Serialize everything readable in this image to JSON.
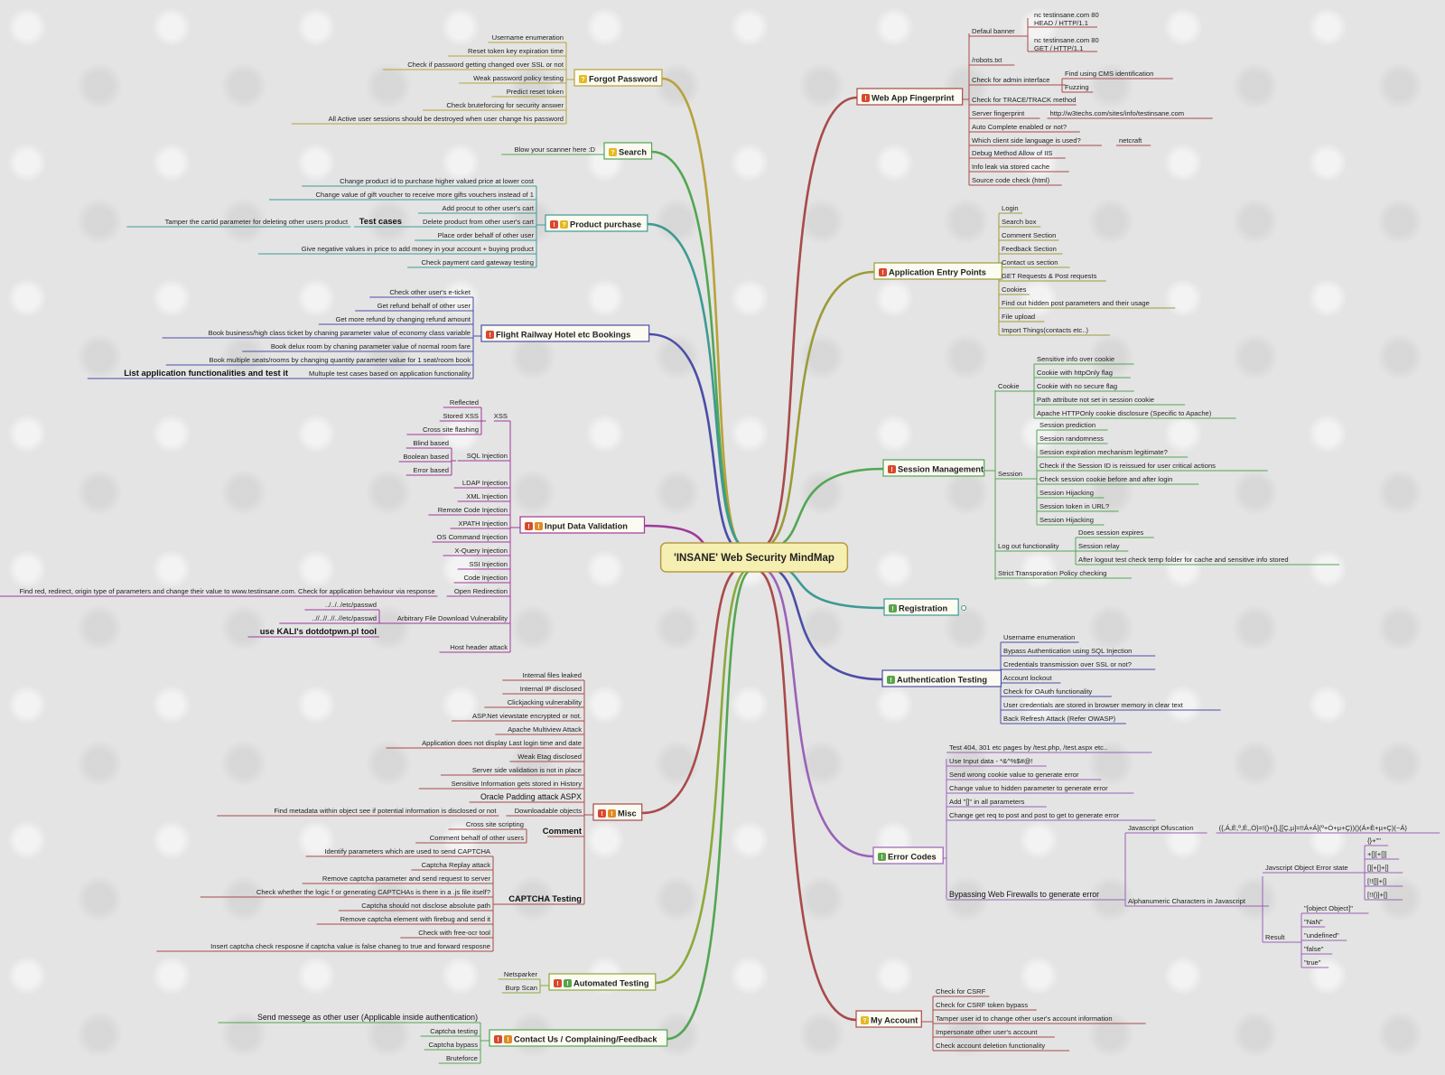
{
  "central": "'INSANE' Web Security MindMap",
  "colors": {
    "red": "#a94a4a",
    "olive": "#9b9b3a",
    "green": "#53a653",
    "teal": "#3d9a93",
    "navy": "#4b4ea6",
    "magenta": "#a0399a",
    "lime": "#8aaa3a",
    "blue": "#5a7ab8",
    "gold": "#b8a23a",
    "purple": "#9a62b8"
  },
  "branches": {
    "forgot_password": {
      "label": "Forgot Password",
      "items": [
        "Username enumeration",
        "Reset token key expiration time",
        "Check if password getting changed over SSL or not",
        "Weak password policy testing",
        "Predict reset token",
        "Check bruteforcing for security answer",
        "All Active user sessions should be destroyed when user change his password"
      ]
    },
    "search": {
      "label": "Search",
      "items": [
        "Blow your scanner here :D"
      ]
    },
    "product_purchase": {
      "label": "Product purchase",
      "items": [
        "Change product id to purchase higher valued price at lower cost",
        "Change value of gift voucher to receive more gifts vouchers instead of 1",
        "Add procut to other user's cart",
        "Delete product from other user's cart",
        "Place order behalf of other user",
        "Give negative values in price to add money in your account + buying product",
        "Check payment card gateway testing"
      ],
      "test_cases": "Test cases",
      "tamper": "Tamper the cartid parameter for deleting other users product"
    },
    "flight": {
      "label": "Flight Railway Hotel etc Bookings",
      "items": [
        "Check other user's e-ticket",
        "Get refund behalf of other user",
        "Get more refund by changing refund amount",
        "Book business/high class ticket by chaning parameter value of economy class variable",
        "Book delux room by chaning parameter value of normal room fare",
        "Book multiple seats/rooms by changing quantity parameter value for 1 seat/room book",
        "Multuple test cases based on application functionality"
      ],
      "extra": "List application functionalities and test it"
    },
    "input": {
      "label": "Input Data Validation",
      "xss": "XSS",
      "xss_items": [
        "Reflected",
        "Stored XSS",
        "Cross site flashing"
      ],
      "sqli": "SQL Injection",
      "sqli_items": [
        "Blind based",
        "Boolean based",
        "Error based"
      ],
      "items": [
        "LDAP Injection",
        "XML Injection",
        "Remote Code Injection",
        "XPATH Injection",
        "OS Command Injection",
        "X-Query Injection",
        "SSI Injection",
        "Code Injection"
      ],
      "redirect": "Open Redirection",
      "redirect_note": "Find red, redirect, origin type of parameters and change their value to www.testinsane.com. Check for application behaviour via response",
      "afd": "Arbitrary File Download Vulnerability",
      "afd_items": [
        "../../../etc/passwd",
        "..//..//..//..//etc/passwd"
      ],
      "kali": "use KALI's dotdotpwn.pl tool",
      "host": "Host header attack"
    },
    "misc": {
      "label": "Misc",
      "items": [
        "Internal files leaked",
        "Internal IP disclosed",
        "Clickjacking vulnerability",
        "ASP.Net viewstate encrypted or not.",
        "Apache Multiview Attack",
        "Application does not display Last login time and date",
        "Weak Etag disclosed",
        "Server side validation is not in place",
        "Sensitive Information gets stored in History"
      ],
      "oracle": "Oracle Padding attack ASPX",
      "download": "Downloadable objects",
      "download_note": "Find metadata within object see if potential information is disclosed or not",
      "comment": "Comment",
      "comment_items": [
        "Cross site scripting",
        "Comment behalf of other users"
      ],
      "captcha": "CAPTCHA Testing",
      "captcha_items": [
        "Identify parameters which are used to send CAPTCHA",
        "Captcha Replay attack",
        "Remove captcha parameter and send request to server",
        "Check whether the logic f or generating CAPTCHAs is there in a .js file itself?",
        "Captcha should not disclose absolute path",
        "Remove captcha element with firebug and send it",
        "Check with free-ocr tool",
        "Insert captcha check resposne if captcha value is false chaneg to true and forward resposne"
      ]
    },
    "automated": {
      "label": "Automated Testing",
      "items": [
        "Netsparker",
        "Burp Scan"
      ]
    },
    "contact": {
      "label": "Contact Us / Complaining/Feedback",
      "items": [
        "Send messege as other user (Applicable inside authentication)",
        "Captcha testing",
        "Captcha bypass",
        "Bruteforce"
      ]
    },
    "fingerprint": {
      "label": "Web App Fingerprint",
      "banner": "Defaul banner",
      "nc1": [
        "nc testinsane.com 80",
        "HEAD / HTTP/1.1"
      ],
      "nc2": [
        "nc testinsane.com 80",
        "GET / HTTP/1.1"
      ],
      "robots": "/robots.txt",
      "admin": "Check for admin interface",
      "admin_items": [
        "Find using CMS identification",
        "Fuzzing"
      ],
      "trace": "Check for TRACE/TRACK method",
      "server": "Server fingerprint",
      "server_note": "http://w3techs.com/sites/info/testinsane.com",
      "auto": "Auto Complete enabled or not?",
      "lang": "Which client side language is used?",
      "netcraft": "netcraft",
      "items": [
        "Debug Method Allow of IIS",
        "Info leak via stored cache",
        "Source code check (html)"
      ]
    },
    "entry": {
      "label": "Application Entry Points",
      "items": [
        "Login",
        "Search box",
        "Comment Section",
        "Feedback Section",
        "Contact us section",
        "GET Requests & Post requests",
        "Cookies",
        "Find out hidden post parameters and their usage",
        "File upload",
        "Import Things(contacts etc..)"
      ]
    },
    "session": {
      "label": "Session Management",
      "cookie": "Cookie",
      "cookie_items": [
        "Sensitive info over cookie",
        "Cookie with httpOnly flag",
        "Cookie with no secure flag",
        "Path attribute not set in session cookie",
        "Apache HTTPOnly cookie disclosure (Specific to Apache)"
      ],
      "session": "Session",
      "session_items": [
        "Session prediction",
        "Session randomness",
        "Session expiration mechanism legitimate?",
        "Check if  the Session ID is reissued for user critical actions",
        "Check session cookie before and after login",
        "Session Hijacking",
        "Session token in URL?",
        "Session Hijacking"
      ],
      "logout": "Log out functionality",
      "logout_items": [
        "Does session expires",
        "Session relay",
        "After logout test check temp folder for cache and sensitive info stored"
      ],
      "strict": "Strict Transporation Policy checking"
    },
    "registration": {
      "label": "Registration"
    },
    "auth": {
      "label": "Authentication Testing",
      "items": [
        "Username enumeration",
        "Bypass Authentication using SQL Injection",
        "Credentials transmission over SSL or not?",
        "Account lockout",
        "Check for OAuth functionality",
        "User credentials are stored in browser memory in clear text",
        "Back Refresh Attack (Refer OWASP)"
      ]
    },
    "error": {
      "label": "Error Codes",
      "items": [
        "Test  404, 301 etc pages by /test.php, /test.aspx etc..",
        "Use Input data -  *&^%$#@!",
        "Send wrong cookie value to generate error",
        "Change value to hidden parameter to generate error",
        "Add \"[]\" in all parameters",
        "Change get req to post and post to get to generate error"
      ],
      "bypass": "Bypassing Web Firewalls to generate error",
      "obf": "Javascript Ofuscation",
      "obf_code": "({,Á,È,º,É,,Ó}=!()+{},[[Ç,µ]=!!Á+Á](º+Ó+µ+Ç))()(Á+È+µ+Ç)(~Á)",
      "alpha": "Alphanumeric  Characters in Javascript",
      "jserr": "Javscript Object Error state",
      "jserr_items": [
        "{}+\"\"",
        "+[][+[]]",
        "[][+[]+[]",
        "[!![]]+[]",
        "[!!{}]+[]"
      ],
      "result": "Result",
      "result_items": [
        "\"[object Object]\"",
        "\"NaN\"",
        "\"undefined\"",
        "\"false\"",
        "\"true\""
      ]
    },
    "account": {
      "label": "My Account",
      "items": [
        "Check for CSRF",
        "Check for CSRF token bypass",
        "Tamper user id to change other user's account information",
        "Impersonate other user's account",
        "Check account deletion functionality"
      ]
    }
  }
}
